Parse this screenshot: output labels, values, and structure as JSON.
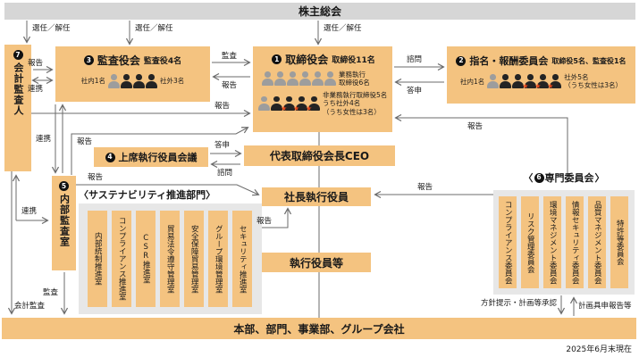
{
  "meta": {
    "date_note": "2025年6月末現在"
  },
  "colors": {
    "box_orange": "#f4c380",
    "panel_gray": "#e7e7e7",
    "bar_gray": "#d6d6d6",
    "line": "#6b6b6b",
    "person_gray": "#9d9d9d",
    "person_black": "#242424",
    "star_red": "#e84a1d"
  },
  "labels": {
    "appoint": "選任／解任",
    "report": "報告",
    "cooperate": "連携",
    "audit": "監査",
    "consult": "諮問",
    "reply": "答申",
    "account_audit": "会計監査",
    "policy_approval": "方針提示・計画等承認",
    "plan_report": "計画具申報告等"
  },
  "nodes": {
    "shareholders": {
      "label": "株主総会"
    },
    "accounting_auditor": {
      "num": "7",
      "label": "会計監査人"
    },
    "audit_board": {
      "num": "3",
      "title": "監査役会",
      "count": "監査役4名",
      "inside": "社内1名",
      "outside": "社外3名",
      "icons": [
        "gray",
        "black",
        "black",
        "black"
      ]
    },
    "board": {
      "num": "1",
      "title": "取締役会",
      "count": "取締役11名",
      "row1": {
        "icons": [
          "gray",
          "gray",
          "gray",
          "gray",
          "gray",
          "gray"
        ],
        "label": "業務執行\n取締役6名"
      },
      "row2": {
        "icons": [
          "gray",
          "black",
          "black_star",
          "black_star",
          "black_star"
        ],
        "label": "非業務執行取締役5名\nうち社外4名\n（うち女性は3名）"
      }
    },
    "nomination_committee": {
      "num": "2",
      "title": "指名・報酬委員会",
      "count": "取締役5名、監査役1名",
      "inside": "社内1名",
      "outside": "社外5名\n（うち女性は3名）",
      "icons": [
        "gray",
        "black",
        "black",
        "black_star",
        "black_star",
        "black_star"
      ]
    },
    "senior_exec_meeting": {
      "num": "4",
      "label": "上席執行役員会議"
    },
    "ceo": {
      "label": "代表取締役会長CEO"
    },
    "president": {
      "label": "社長執行役員"
    },
    "executive_officers": {
      "label": "執行役員等"
    },
    "internal_audit": {
      "num": "5",
      "label": "内部監査室"
    },
    "sustainability": {
      "title": "〈サステナビリティ推進部門〉",
      "departments": [
        "内部統制推進室",
        "コンプライアンス推進室",
        "CSR推進室",
        "貿易法令遵守管理室",
        "安全保障貿易管理室",
        "グループ環境管理室",
        "セキュリティ推進室"
      ]
    },
    "special_committees": {
      "num": "6",
      "title": "専門委員会",
      "title_prefix": "〈",
      "title_suffix": "〉",
      "committees": [
        "コンプライアンス委員会",
        "リスク管理委員会",
        "環境マネジメント委員会",
        "情報セキュリティ委員会",
        "品質マネジメント委員会",
        "特許等委員会"
      ]
    },
    "bottom_bar": {
      "label": "本部、部門、事業部、グループ会社"
    }
  }
}
